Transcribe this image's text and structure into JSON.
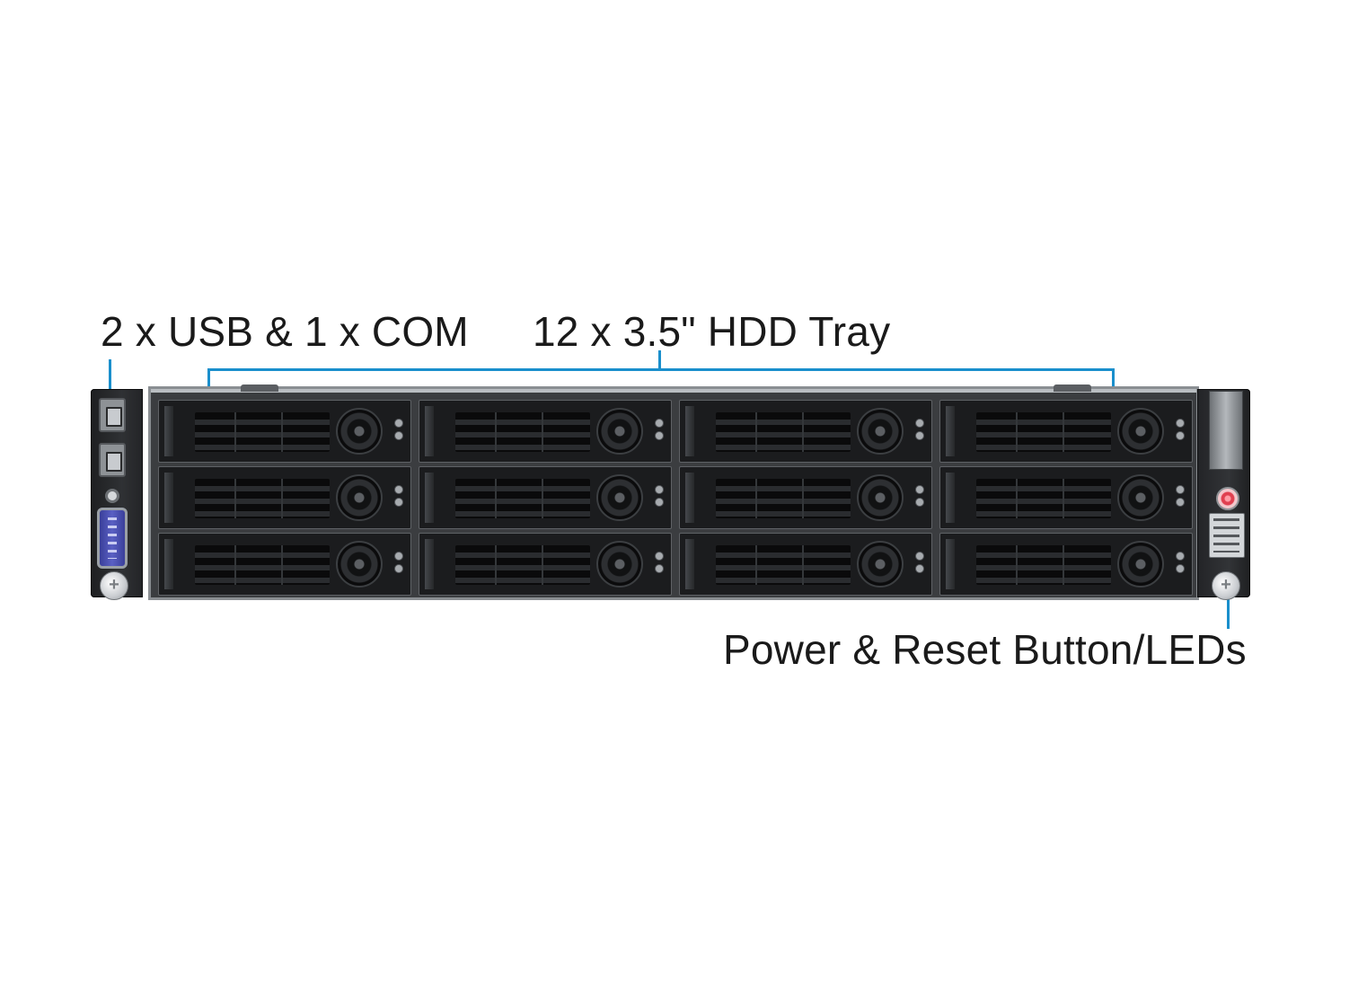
{
  "callouts": {
    "ports": "2 x USB & 1 x COM",
    "hdd_tray": "12 x 3.5\" HDD Tray",
    "power": "Power & Reset Button/LEDs"
  },
  "hdd_tray_count": 12,
  "colors": {
    "leader_line": "#1a8fcc",
    "chassis": "#1b1c1e",
    "frame": "#8a8e92",
    "com_port": "#4a50b0",
    "power_button": "#e04050"
  },
  "icons": [
    "usb-port-icon",
    "audio-jack-icon",
    "com-port-icon",
    "thumbscrew-icon",
    "power-button-icon",
    "led-indicator-icon"
  ]
}
